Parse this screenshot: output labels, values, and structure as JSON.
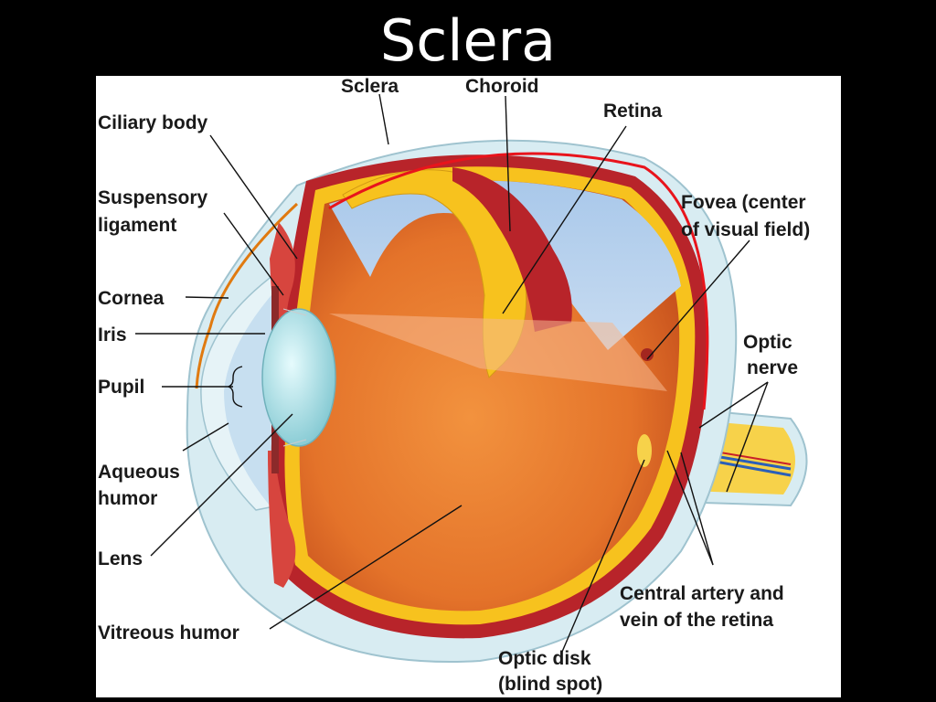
{
  "slide": {
    "title": "Sclera"
  },
  "diagram": {
    "labels": {
      "sclera": "Sclera",
      "choroid": "Choroid",
      "retina": "Retina",
      "ciliary_body": "Ciliary body",
      "suspensory_ligament": [
        "Suspensory",
        "ligament"
      ],
      "fovea": [
        "Fovea (center",
        "of visual field)"
      ],
      "cornea": "Cornea",
      "iris": "Iris",
      "optic_nerve": [
        "Optic",
        "nerve"
      ],
      "pupil": "Pupil",
      "aqueous_humor": [
        "Aqueous",
        "humor"
      ],
      "lens": "Lens",
      "central_artery": [
        "Central artery and",
        "vein of the retina"
      ],
      "vitreous_humor": "Vitreous humor",
      "optic_disk": [
        "Optic disk",
        "(blind spot)"
      ]
    },
    "colors": {
      "sclera_highlight": "#e8141c",
      "cornea_highlight": "#e07a10",
      "sclera_fill": "#d8ecf2",
      "vitreous": "#e87a2a",
      "retina_yellow": "#f7c21e",
      "choroid_red": "#b8242a",
      "lens": "#aee0e6"
    }
  }
}
